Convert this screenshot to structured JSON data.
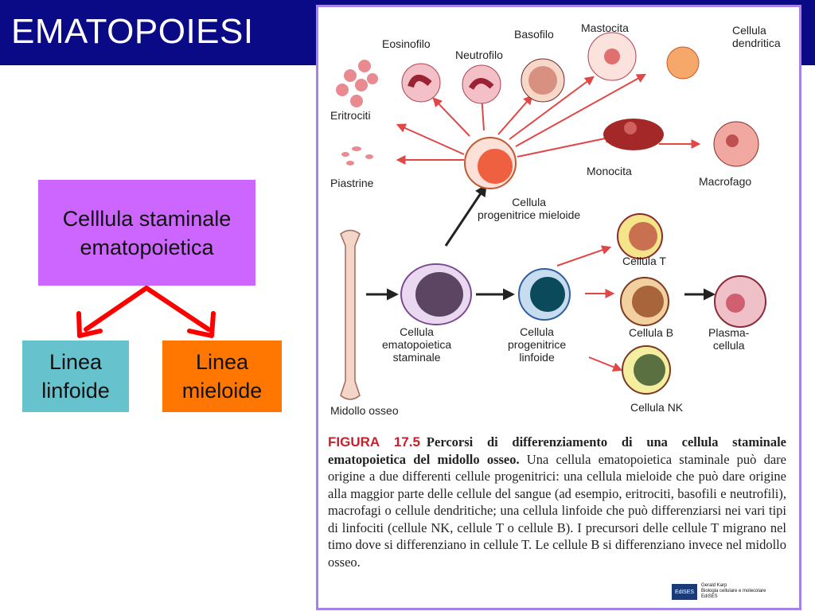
{
  "slide": {
    "title": "EMATOPOIESI",
    "hsc_box": "Celllula staminale ematopoietica",
    "lymph_box": "Linea linfoide",
    "myelo_box": "Linea mieloide",
    "colors": {
      "title_bg": "#0a0a86",
      "hsc": "#cc66ff",
      "lymph": "#66c2cc",
      "myelo": "#ff7700",
      "arrow": "#ff0000",
      "frame": "#a383e6"
    }
  },
  "figure": {
    "labels": {
      "eosinofilo": "Eosinofilo",
      "neutrofilo": "Neutrofilo",
      "basofilo": "Basofilo",
      "mastocita": "Mastocita",
      "dendritica": "Cellula\ndendritica",
      "eritrociti": "Eritrociti",
      "piastrine": "Piastrine",
      "monocita": "Monocita",
      "macrofago": "Macrofago",
      "mieloide": "Cellula\nprogenitrice mieloide",
      "cellula_t": "Cellula T",
      "cellula_b": "Cellula B",
      "plasma": "Plasma-\ncellula",
      "cellula_nk": "Cellula NK",
      "staminale": "Cellula\nematopoietica\nstaminale",
      "linfoide": "Cellula\nprogenitrice\nlinfoide",
      "midollo": "Midollo osseo"
    },
    "caption": {
      "number": "FIGURA 17.5",
      "heading": "Percorsi di differenziamento di una cellula staminale ematopoietica del midollo osseo.",
      "body": "Una cellula ematopoietica staminale può dare origine a due differenti cellule progenitrici: una cellula mieloide che può dare origine alla maggior parte delle cellule del sangue (ad esempio, eritrociti, basofili e neutrofili), macrofagi o cellule dendritiche; una cellula linfoide che può differenziarsi nei vari tipi di linfociti (cellule NK, cellule T o cellule B). I precursori delle cellule T migrano nel timo dove si differenziano in cellule T. Le cellule B si differenziano invece nel midollo osseo."
    },
    "publisher": {
      "logo": "EdiSES",
      "text": "Gerald Karp\nBiologia cellulare e molecolare\nEdiSES"
    }
  }
}
